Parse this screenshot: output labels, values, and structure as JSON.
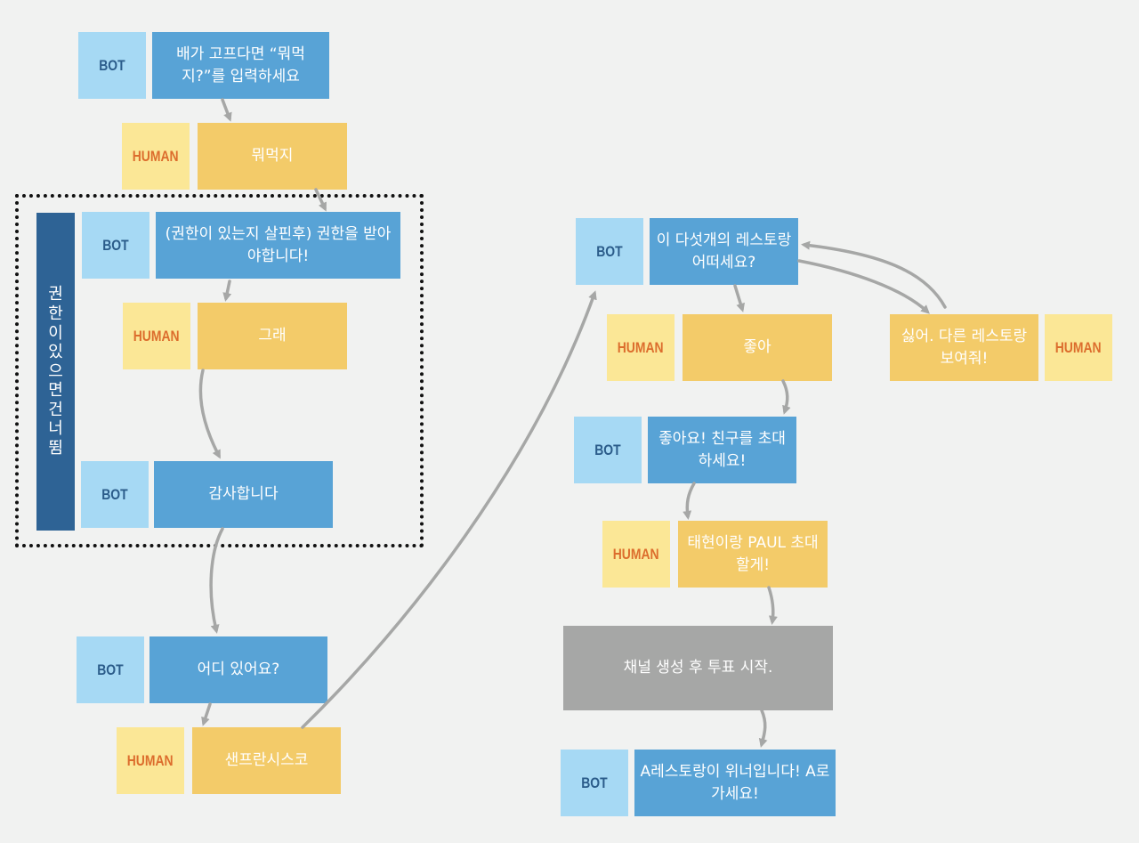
{
  "labels": {
    "bot": "BOT",
    "human": "HUMAN"
  },
  "sidebar_text": "권한이 있으면 건너뜀",
  "sidebar_chars": [
    "권",
    "한",
    "이",
    "있",
    "으",
    "면",
    "건",
    "너",
    "뜀"
  ],
  "left_flow": {
    "bot_1": "배가 고프다면 “뭐먹지?”를 입력하세요",
    "human_1": "뭐먹지",
    "bot_2": "(권한이 있는지 살핀후) 권한을 받아야합니다!",
    "human_2": "그래",
    "bot_3": "감사합니다",
    "bot_4": "어디 있어요?",
    "human_3": "샌프란시스코"
  },
  "right_flow": {
    "bot_1": "이 다섯개의 레스토랑 어떠세요?",
    "human_yes": "좋아",
    "human_no": "싫어. 다른 레스토랑 보여줘!",
    "bot_2": "좋아요! 친구를 초대하세요!",
    "human_2": "태현이랑 PAUL 초대할게!",
    "system": "채널 생성 후 투표 시작.",
    "bot_3": "A레스토랑이 위너입니다! A로 가세요!"
  },
  "colors": {
    "bot_tag": "#a6d9f4",
    "bot_msg": "#58a3d6",
    "human_tag": "#fbe796",
    "human_msg": "#f3cb69",
    "system_msg": "#a6a7a6",
    "sidebar": "#2e6395",
    "bot_tag_text": "#2b5c8a",
    "human_tag_text": "#dc6d2d",
    "arrow": "#a6a7a6",
    "background": "#f1f2f1"
  }
}
